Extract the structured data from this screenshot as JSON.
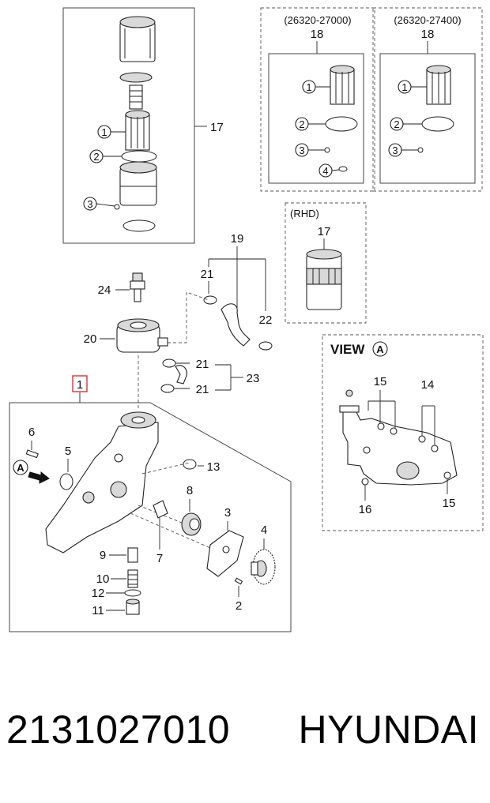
{
  "diagram": {
    "variant_boxes": [
      {
        "code": "(26320-27000)",
        "label": "18",
        "items": [
          "1",
          "2",
          "3",
          "4"
        ]
      },
      {
        "code": "(26320-27400)",
        "label": "18",
        "items": [
          "1",
          "2",
          "3"
        ]
      }
    ],
    "filter_box": {
      "label": "17",
      "items": [
        "1",
        "2",
        "3"
      ]
    },
    "rhd_box": {
      "code": "(RHD)",
      "label": "17"
    },
    "view_box": {
      "title": "VIEW",
      "marker": "A",
      "labels": [
        "15",
        "14",
        "16",
        "15"
      ]
    },
    "labels": {
      "hose": "19",
      "clamp_top": "21",
      "clamp_right": "22",
      "sensor": "24",
      "cooler": "20",
      "clamp_mid": "21",
      "clamp_low": "21",
      "clamp_group": "23",
      "pump_assembly": "1",
      "pin": "6",
      "seal": "5",
      "marker_a": "A",
      "oring": "13",
      "rotor": "8",
      "cover": "3",
      "gear": "4",
      "bracket": "7",
      "plug": "9",
      "spring": "10",
      "washer": "12",
      "cap": "11",
      "bolt": "2"
    }
  },
  "footer": {
    "part_number": "2131027010",
    "brand": "HYUNDAI"
  }
}
